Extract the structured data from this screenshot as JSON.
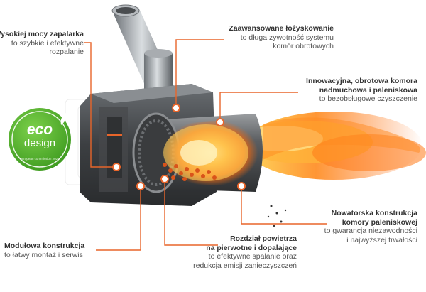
{
  "logo": {
    "line1": "eco",
    "line2": "design",
    "ring_text": "european commission 2020",
    "color": "#5cb531"
  },
  "accent_color": "#e8652a",
  "callouts": [
    {
      "id": "igniter",
      "title": "Wysokiej mocy zapalarka",
      "desc": [
        "to szybkie i efektywne",
        "rozpalanie"
      ]
    },
    {
      "id": "bearing",
      "title": "Zaawansowane łożyskowanie",
      "desc": [
        "to długa żywotność systemu",
        "komór obrotowych"
      ]
    },
    {
      "id": "chamber",
      "title": [
        "Innowacyjna, obrotowa komora",
        "nadmuchowa i paleniskowa"
      ],
      "desc": [
        "to bezobsługowe czyszczenie"
      ]
    },
    {
      "id": "construction",
      "title": [
        "Nowatorska konstrukcja",
        "komory paleniskowej"
      ],
      "desc": [
        "to gwarancja niezawodności",
        "i najwyższej trwałości"
      ]
    },
    {
      "id": "air",
      "title": [
        "Rozdział powietrza",
        "na pierwotne i dopalające"
      ],
      "desc": [
        "to efektywne spalanie oraz",
        "redukcja emisji zanieczyszczeń"
      ]
    },
    {
      "id": "modular",
      "title": "Modułowa konstrukcja",
      "desc": [
        "to łatwy montaż i serwis"
      ]
    }
  ]
}
